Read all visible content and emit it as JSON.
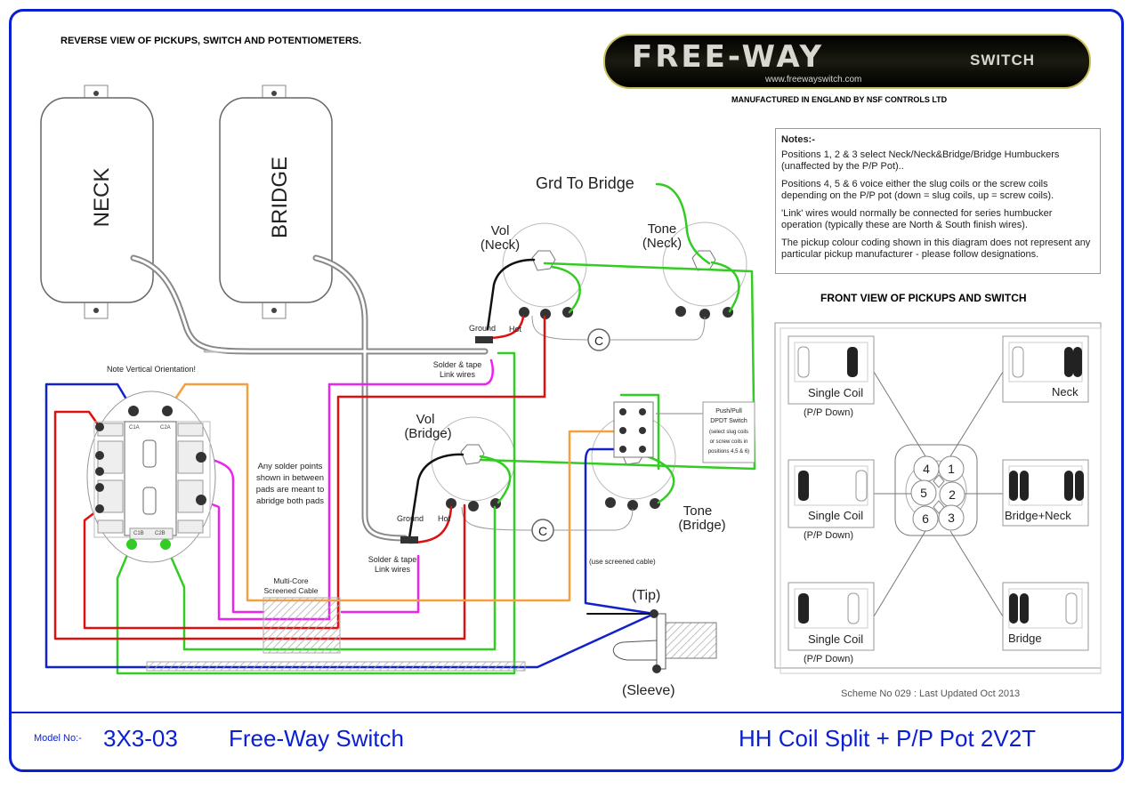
{
  "header": {
    "title": "REVERSE VIEW OF PICKUPS, SWITCH AND POTENTIOMETERS.",
    "manufacturer": "MANUFACTURED IN ENGLAND BY NSF CONTROLS LTD"
  },
  "logo": {
    "brand": "FREE-WAY",
    "suffix": "SWITCH",
    "url": "www.freewayswitch.com"
  },
  "notes": {
    "heading": "Notes:-",
    "items": [
      "Positions 1, 2 & 3 select Neck/Neck&Bridge/Bridge Humbuckers (unaffected by the P/P Pot)..",
      "Positions 4, 5 & 6 voice either the slug coils or the screw coils depending on the P/P pot (down = slug coils, up = screw coils).",
      "'Link' wires would normally be connected  for series humbucker operation (typically these are North & South finish wires).",
      "The pickup colour coding shown in this diagram does not represent any particular pickup manufacturer - please follow designations."
    ]
  },
  "pickups": {
    "neck": "NECK",
    "bridge": "BRIDGE"
  },
  "labels": {
    "grd_to_bridge": "Grd To Bridge",
    "vol_neck": [
      "Vol",
      "(Neck)"
    ],
    "tone_neck": [
      "Tone",
      "(Neck)"
    ],
    "vol_bridge": [
      "Vol",
      "(Bridge)"
    ],
    "tone_bridge": [
      "Tone",
      "(Bridge)"
    ],
    "ground": "Ground",
    "hot": "Hot",
    "cap": "C",
    "solder_link": [
      "Solder & tape",
      "Link wires"
    ],
    "vertical": "Note Vertical Orientation!",
    "solder_points": [
      "Any solder points",
      "shown in between",
      "pads are meant to",
      "abridge both pads"
    ],
    "multicore": [
      "Multi-Core",
      "Screened Cable"
    ],
    "pushpull": [
      "Push/Pull",
      "DPDT Switch",
      "(select slug coils",
      "or screw coils in",
      "positions 4,5 & 6)"
    ],
    "screened": "(use screened cable)",
    "tip": "(Tip)",
    "sleeve": "(Sleeve)",
    "switch_pads": [
      "C1A",
      "C2A",
      "C1B",
      "C2B"
    ]
  },
  "front_view": {
    "title": "FRONT VIEW OF PICKUPS AND SWITCH",
    "positions": [
      {
        "num": "1",
        "label": "Neck"
      },
      {
        "num": "2",
        "label": "Bridge+Neck"
      },
      {
        "num": "3",
        "label": "Bridge"
      },
      {
        "num": "4",
        "label": "Single Coil",
        "sub": "(P/P Down)"
      },
      {
        "num": "5",
        "label": "Single Coil",
        "sub": "(P/P Down)"
      },
      {
        "num": "6",
        "label": "Single Coil",
        "sub": "(P/P Down)"
      }
    ],
    "scheme": "Scheme No 029 : Last Updated Oct 2013"
  },
  "footer": {
    "model_label": "Model No:-",
    "model": "3X3-03",
    "product": "Free-Way Switch",
    "description": "HH Coil Split + P/P Pot 2V2T"
  },
  "colors": {
    "frame": "#0a1fd0",
    "red": "#e01010",
    "green": "#33cc22",
    "blue": "#1122cc",
    "magenta": "#ee22ee",
    "orange": "#f5a040",
    "black": "#111111"
  }
}
